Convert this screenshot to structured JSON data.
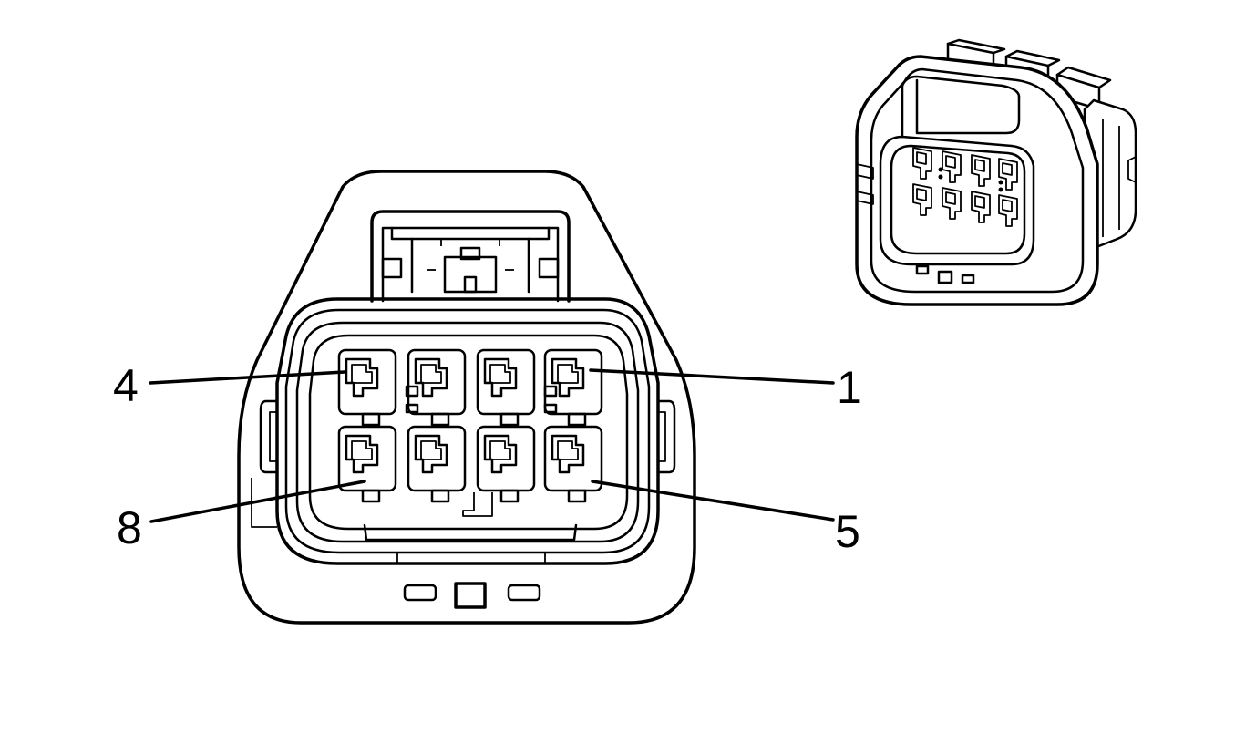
{
  "diagram": {
    "type": "connector-end-view",
    "pin_count": 8,
    "rows": 2,
    "pins_per_row": 4,
    "colors": {
      "line": "#000000",
      "background": "#ffffff"
    }
  },
  "callouts": [
    {
      "id": "pin4",
      "text": "4"
    },
    {
      "id": "pin1",
      "text": "1"
    },
    {
      "id": "pin8",
      "text": "8"
    },
    {
      "id": "pin5",
      "text": "5"
    }
  ]
}
